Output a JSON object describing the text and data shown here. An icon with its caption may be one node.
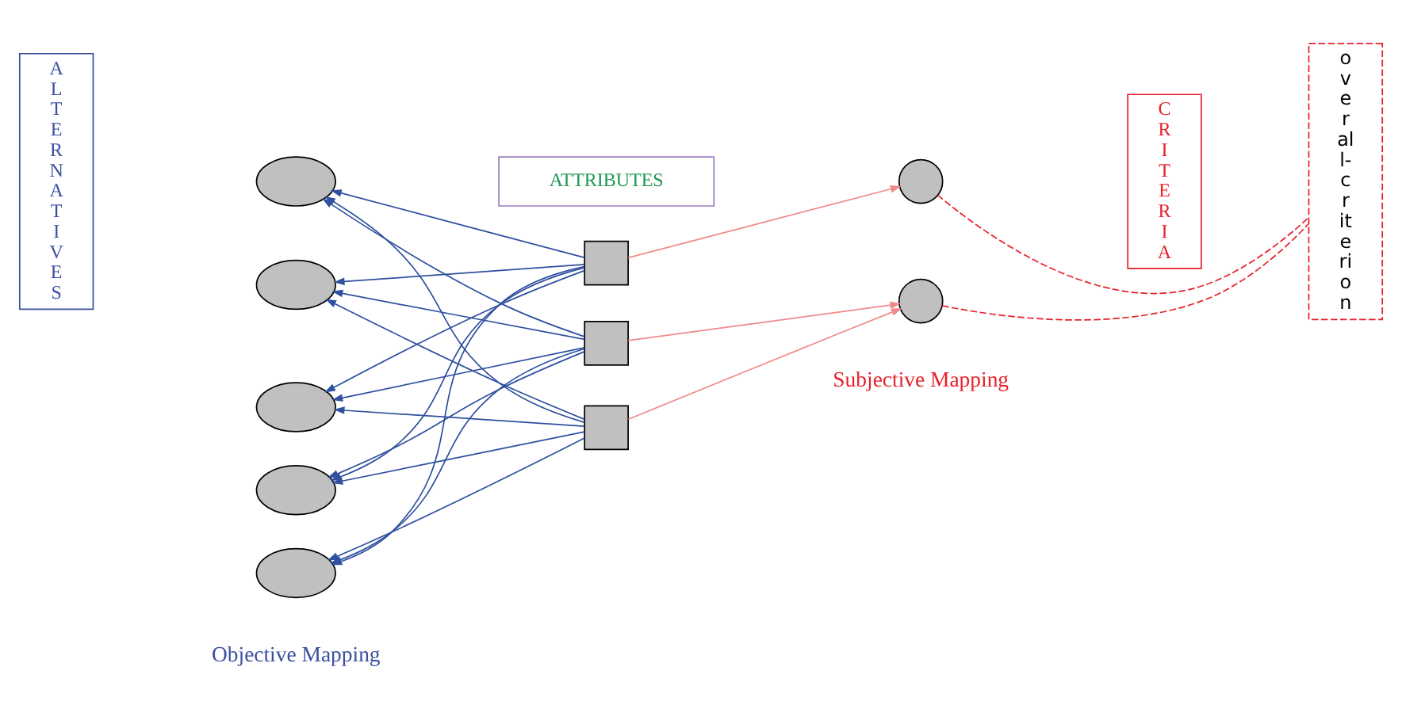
{
  "diagram": {
    "nodes": [
      {
        "text": [
          "A L T E R N A T I V E S"
        ]
      },
      {
        "text": [],
        "shape": "ellipse"
      },
      {
        "text": [],
        "shape": "ellipse"
      },
      {
        "text": [],
        "shape": "ellipse"
      },
      {
        "text": [],
        "shape": "ellipse"
      },
      {
        "text": [],
        "shape": "ellipse"
      },
      {
        "text": [
          "ATTRIBUTES"
        ]
      },
      {
        "text": [],
        "shape": "box"
      },
      {
        "text": [],
        "shape": "box"
      },
      {
        "text": [],
        "shape": "box"
      },
      {
        "text": [
          "C R I T E R I A"
        ]
      },
      {
        "text": [],
        "shape": "circle"
      },
      {
        "text": [],
        "shape": "circle"
      },
      {
        "text": [
          "o v e r al l- c r it e ri o n"
        ]
      }
    ],
    "edges": [
      {
        "from": 7,
        "to": 1,
        "arrow": "to"
      },
      {
        "from": 8,
        "to": 1,
        "arrow": "to"
      },
      {
        "from": 9,
        "to": 1,
        "arrow": "to"
      },
      {
        "from": 7,
        "to": 2,
        "arrow": "to"
      },
      {
        "from": 8,
        "to": 2,
        "arrow": "to"
      },
      {
        "from": 9,
        "to": 2,
        "arrow": "to"
      },
      {
        "from": 7,
        "to": 3,
        "arrow": "to"
      },
      {
        "from": 8,
        "to": 3,
        "arrow": "to"
      },
      {
        "from": 9,
        "to": 3,
        "arrow": "to"
      },
      {
        "from": 7,
        "to": 4,
        "arrow": "to"
      },
      {
        "from": 8,
        "to": 4,
        "arrow": "to"
      },
      {
        "from": 9,
        "to": 4,
        "arrow": "to"
      },
      {
        "from": 7,
        "to": 5,
        "arrow": "to"
      },
      {
        "from": 8,
        "to": 5,
        "arrow": "to"
      },
      {
        "from": 9,
        "to": 5,
        "arrow": "to"
      },
      {
        "from": 7,
        "to": 11,
        "arrow": "to",
        "color": "#f08a8a"
      },
      {
        "from": 8,
        "to": 12,
        "arrow": "to",
        "color": "#f08a8a"
      },
      {
        "from": 9,
        "to": 12,
        "arrow": "to",
        "color": "#f08a8a"
      },
      {
        "from": 11,
        "to": 13,
        "arrow": "none",
        "style": "dashed",
        "color": "#e8202a"
      },
      {
        "from": 12,
        "to": 13,
        "arrow": "none",
        "style": "dashed",
        "color": "#e8202a"
      }
    ],
    "labels": [
      "Objective Mapping",
      "Subjective Mapping"
    ]
  }
}
